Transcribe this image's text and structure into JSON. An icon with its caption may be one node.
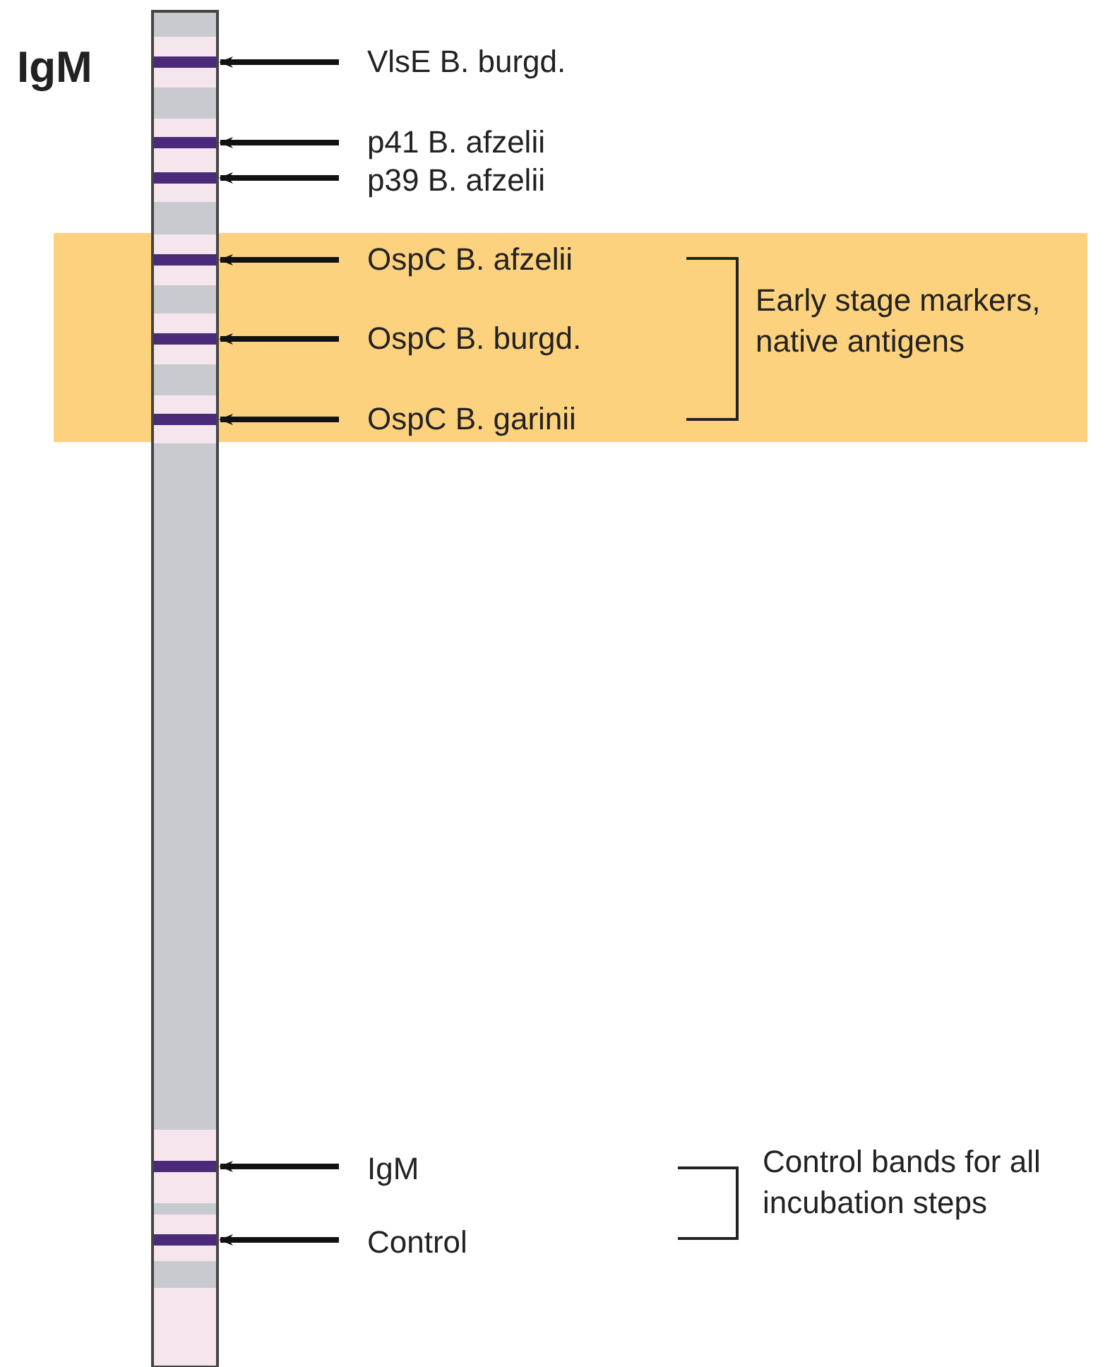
{
  "diagram": {
    "title": "IgM",
    "nodes": [
      {
        "text": [
          "VlsE B. burgd."
        ]
      },
      {
        "text": [
          "p41 B. afzelii"
        ]
      },
      {
        "text": [
          "p39 B. afzelii"
        ]
      },
      {
        "text": [
          "OspC B. afzelii"
        ]
      },
      {
        "text": [
          "OspC B. burgd."
        ]
      },
      {
        "text": [
          "OspC B. garinii"
        ]
      },
      {
        "text": [
          "IgM"
        ]
      },
      {
        "text": [
          "Control"
        ]
      },
      {
        "text": [],
        "shape": "bar"
      },
      {
        "text": [],
        "shape": "bar"
      },
      {
        "text": [],
        "shape": "bar"
      },
      {
        "text": [],
        "shape": "bar"
      },
      {
        "text": [],
        "shape": "bar"
      },
      {
        "text": [],
        "shape": "bar"
      },
      {
        "text": [],
        "shape": "bar"
      },
      {
        "text": [],
        "shape": "bar"
      }
    ],
    "edges": [
      {
        "from": 0,
        "to": 8,
        "arrow": "to"
      },
      {
        "from": 1,
        "to": 9,
        "arrow": "to"
      },
      {
        "from": 2,
        "to": 10,
        "arrow": "to"
      },
      {
        "from": 3,
        "to": 11,
        "arrow": "to"
      },
      {
        "from": 4,
        "to": 12,
        "arrow": "to"
      },
      {
        "from": 5,
        "to": 13,
        "arrow": "to"
      },
      {
        "from": 6,
        "to": 14,
        "arrow": "to"
      },
      {
        "from": 7,
        "to": 15,
        "arrow": "to"
      }
    ],
    "labels": [
      "Early stage markers, native antigens",
      "Control bands for all incubation steps"
    ]
  }
}
